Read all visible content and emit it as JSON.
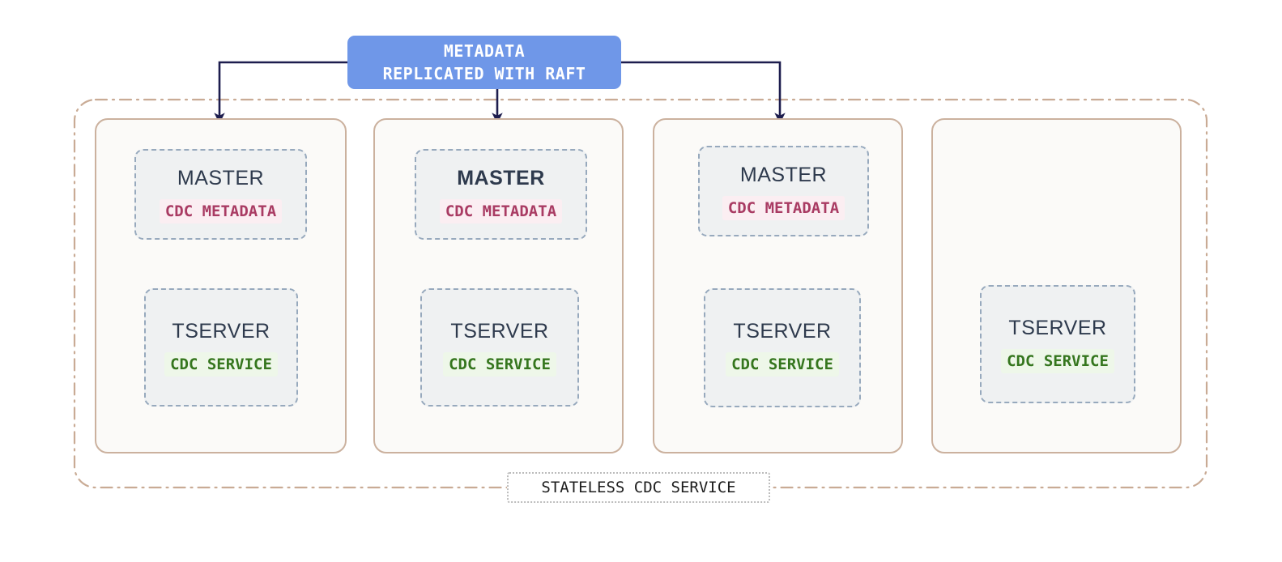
{
  "diagram": {
    "title_box": {
      "name": "metadata-replicated-with-raft",
      "line1": "METADATA",
      "line2": "REPLICATED WITH RAFT",
      "color": "#6f97e8",
      "text_color": "#ffffff"
    },
    "outer_group": {
      "label": "STATELESS CDC SERVICE",
      "border_color": "#c9ab95"
    },
    "colors": {
      "arrow": "#1d1d4e",
      "card_border": "#cbb19e",
      "card_fill": "#fbfaf8",
      "svc_border": "#97a9bd",
      "svc_fill": "#eff1f2",
      "metadata_tag": "#a93b63",
      "metadata_tag_bg": "#fbeef2",
      "service_tag": "#35761e",
      "service_tag_bg": "#eef7e9"
    },
    "nodes": [
      {
        "id": "node-1",
        "master": {
          "label": "MASTER",
          "tag": "CDC METADATA",
          "leader": false
        },
        "tserver": {
          "label": "TSERVER",
          "tag": "CDC SERVICE"
        },
        "has_arrow": true
      },
      {
        "id": "node-2",
        "master": {
          "label": "MASTER",
          "tag": "CDC METADATA",
          "leader": true
        },
        "tserver": {
          "label": "TSERVER",
          "tag": "CDC SERVICE"
        },
        "has_arrow": true
      },
      {
        "id": "node-3",
        "master": {
          "label": "MASTER",
          "tag": "CDC METADATA",
          "leader": false
        },
        "tserver": {
          "label": "TSERVER",
          "tag": "CDC SERVICE"
        },
        "has_arrow": true
      },
      {
        "id": "node-4",
        "master": null,
        "tserver": {
          "label": "TSERVER",
          "tag": "CDC SERVICE"
        },
        "has_arrow": false
      }
    ]
  }
}
